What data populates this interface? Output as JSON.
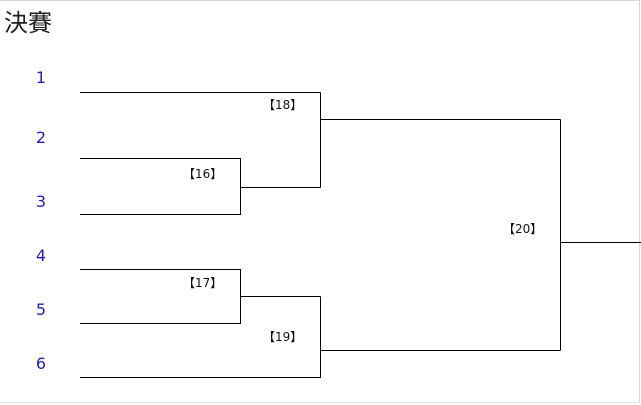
{
  "title": "決賽",
  "seeds": [
    "1",
    "2",
    "3",
    "4",
    "5",
    "6"
  ],
  "matches": {
    "m16": "【16】",
    "m17": "【17】",
    "m18": "【18】",
    "m19": "【19】",
    "m20": "【20】"
  },
  "line_color": "#000000"
}
